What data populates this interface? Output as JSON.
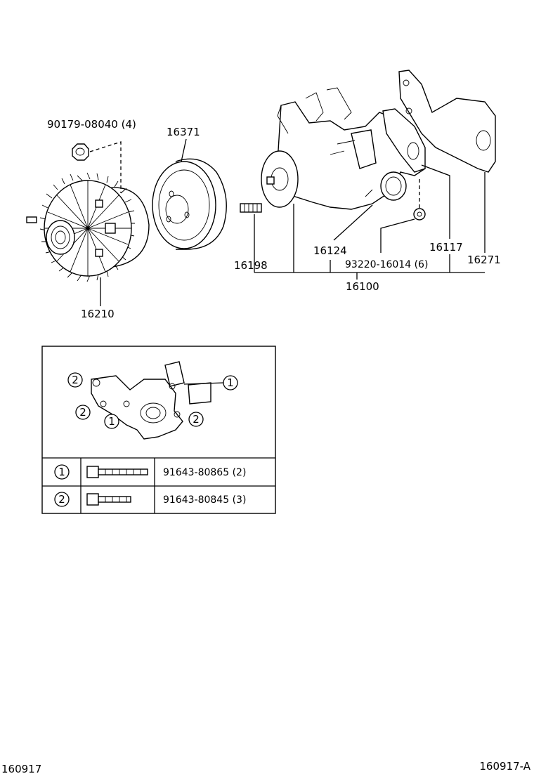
{
  "labels": {
    "p_nut": "90179-08040 (4)",
    "p_pulley": "16371",
    "p_stud": "16198",
    "p_pump": "16124",
    "p_gasket1": "16117",
    "p_gasket2": "16271",
    "p_washer": "93220-16014 (6)",
    "p_assembly": "16100",
    "p_fan_clutch": "16210"
  },
  "inset": {
    "callout_1": "1",
    "callout_2": "2",
    "rows": [
      {
        "marker": "1",
        "part": "91643-80865 (2)"
      },
      {
        "marker": "2",
        "part": "91643-80845 (3)"
      }
    ]
  },
  "footer": {
    "left_code": "160917",
    "right_code": "160917-A"
  }
}
